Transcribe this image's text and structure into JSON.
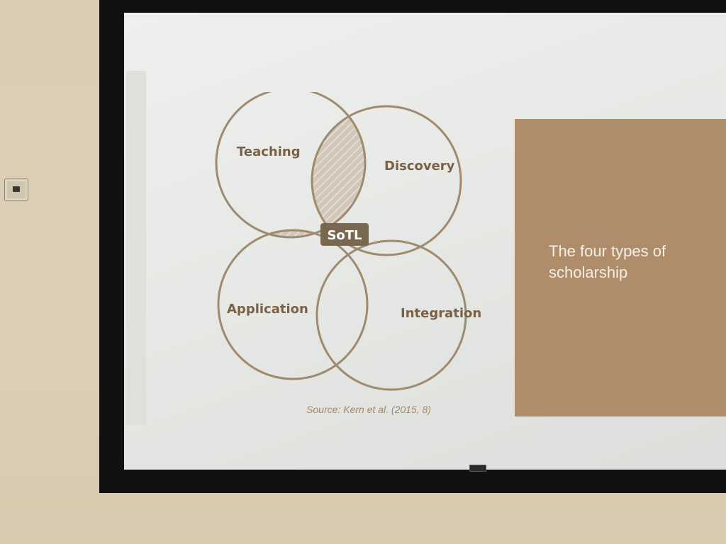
{
  "slide": {
    "title": "The four types of scholarship",
    "source": "Source: Kern et al. (2015, 8)"
  },
  "venn": {
    "labels": {
      "teaching": "Teaching",
      "discovery": "Discovery",
      "application": "Application",
      "integration": "Integration",
      "center": "SoTL"
    }
  },
  "colors": {
    "circle_stroke": "#9e8a6e",
    "overlap_fill": "#c8bba9",
    "center_badge": "#7a6750",
    "title_panel": "#b08d6a",
    "label_text": "#7a6146"
  }
}
